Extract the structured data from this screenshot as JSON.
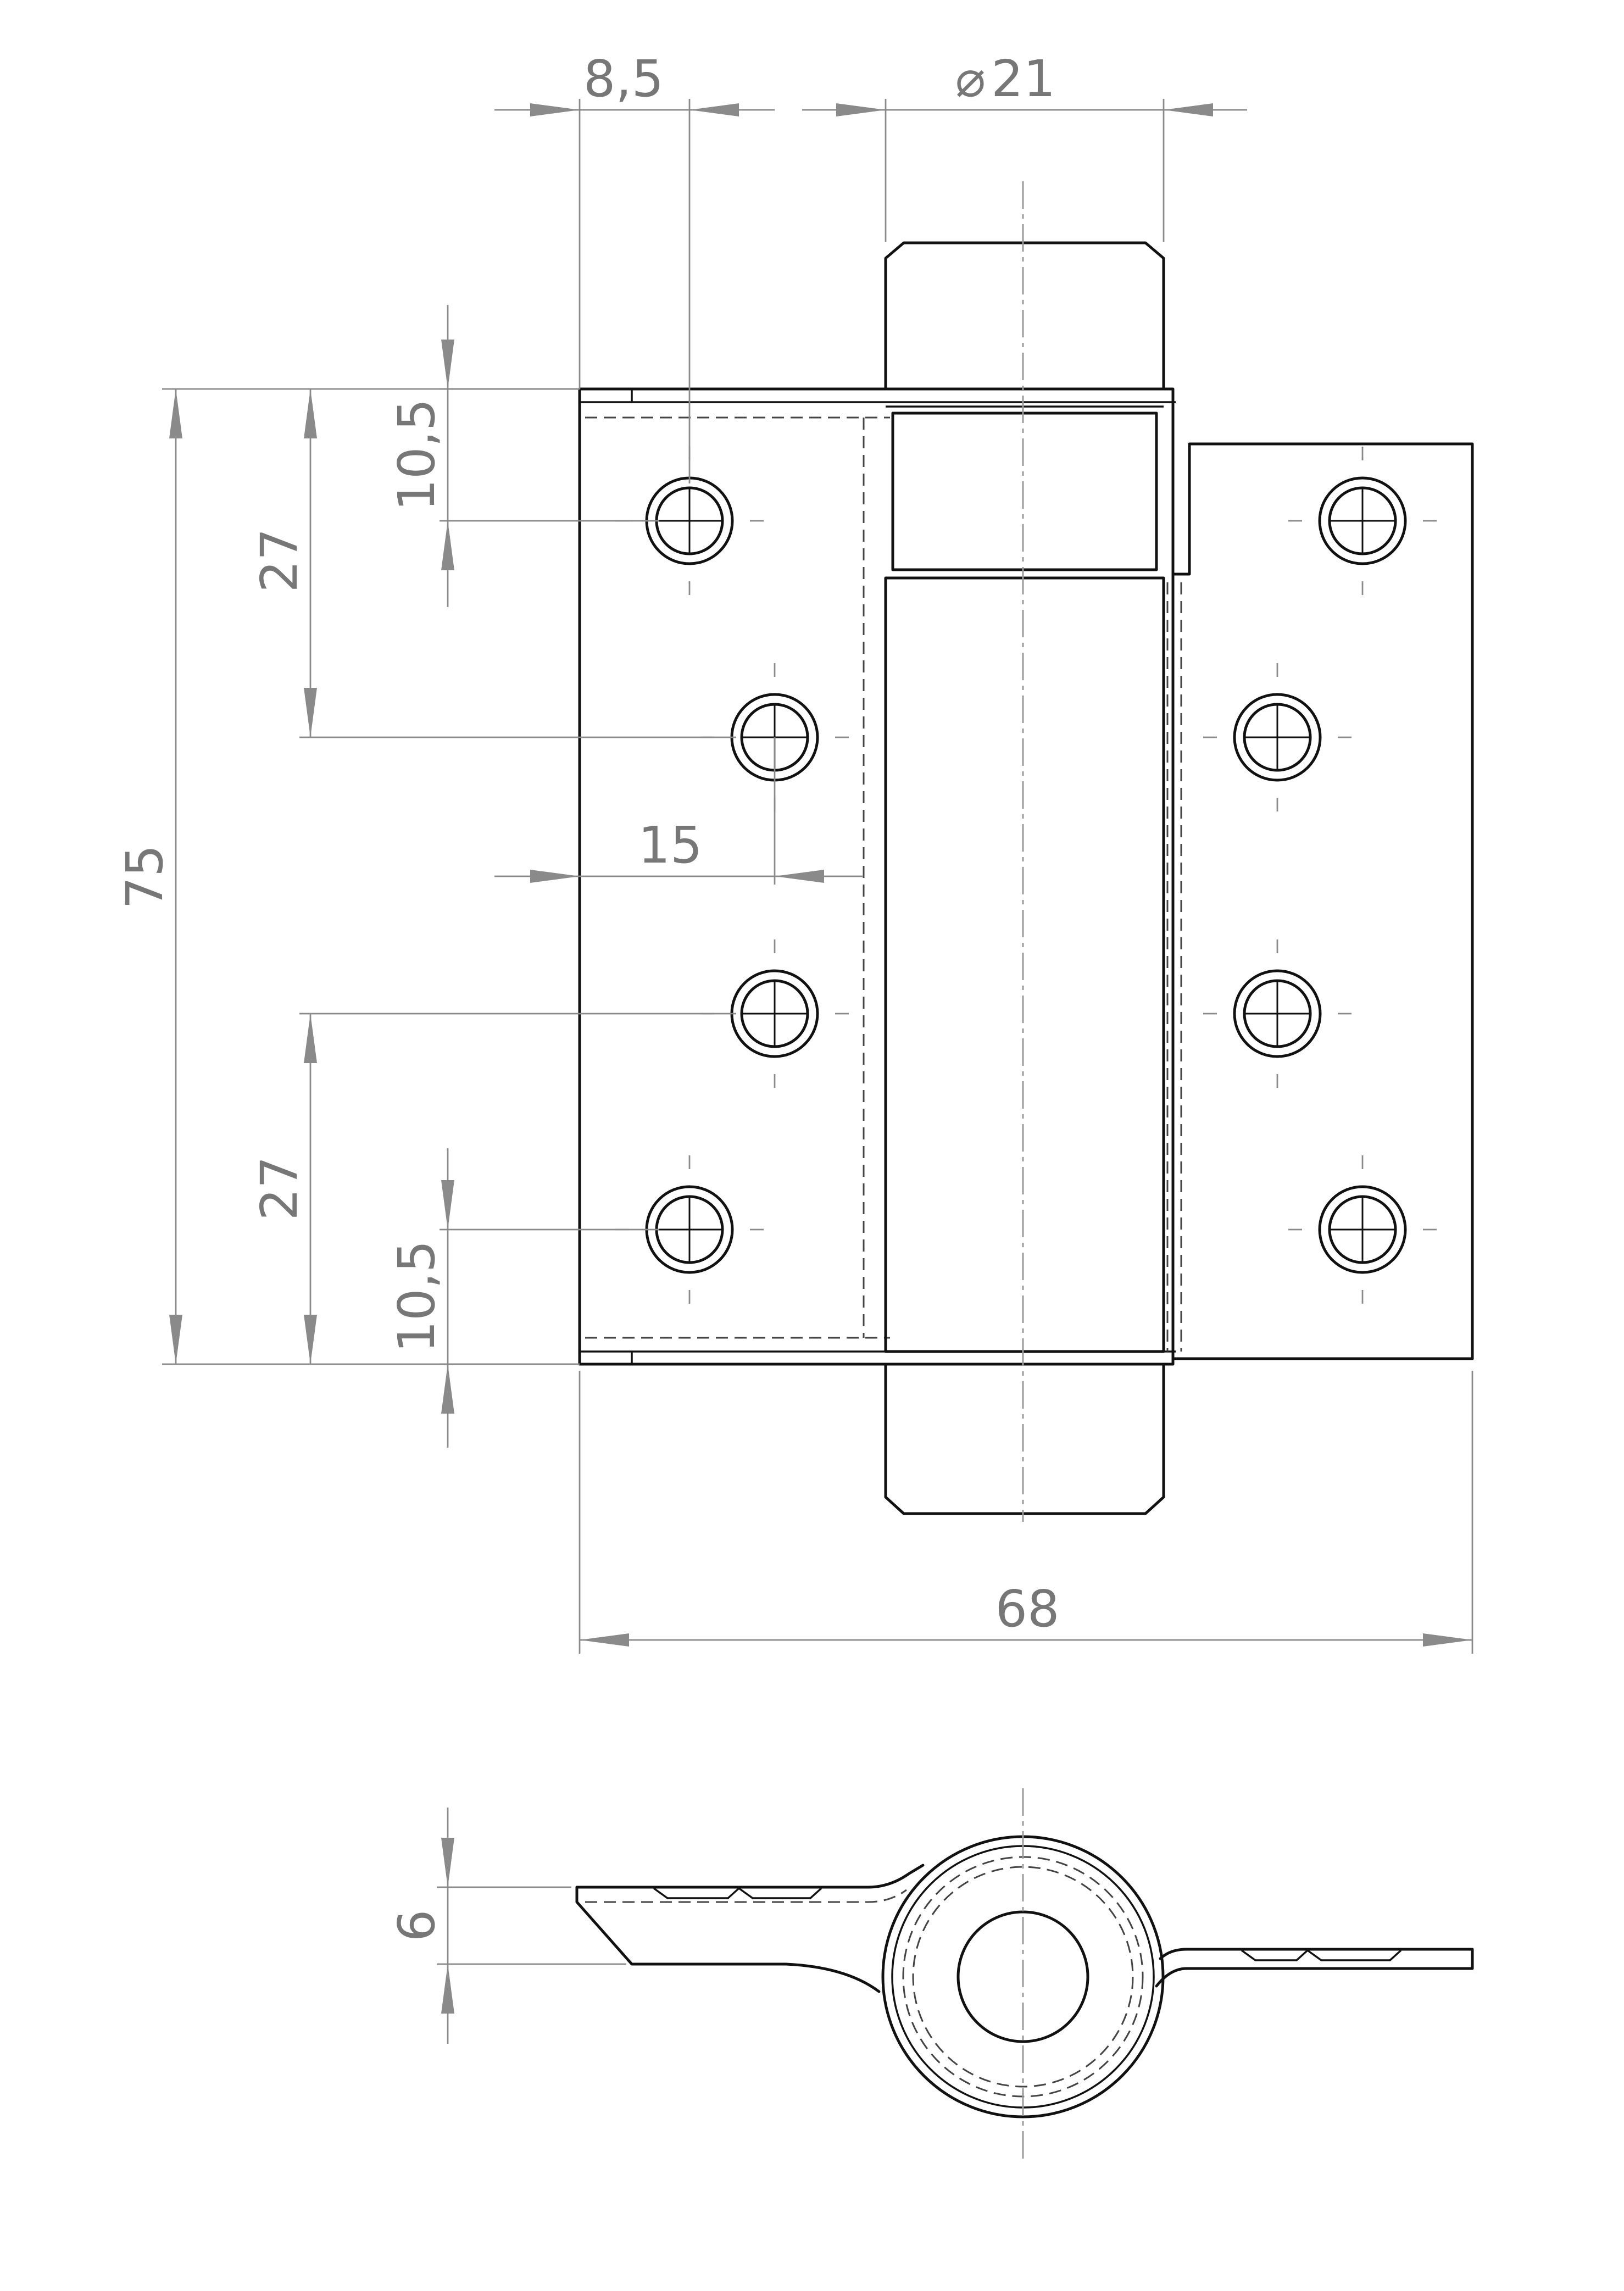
{
  "dimensions": {
    "leaf_edge_to_first_hole": "8,5",
    "barrel_diameter_symbol": "⌀",
    "barrel_diameter": "21",
    "top_edge_to_first_hole": "10,5",
    "first_to_second_hole_pitch_top": "27",
    "leaf_height": "75",
    "leaf_edge_to_second_hole": "15",
    "third_to_fourth_hole_pitch_bottom": "27",
    "bottom_edge_to_last_hole": "10,5",
    "overall_width": "68",
    "leaf_thickness": "6"
  },
  "colors": {
    "object_line": "#111111",
    "dimension_line": "#8a8a8a",
    "dimension_text": "#777777",
    "background": "#ffffff"
  }
}
